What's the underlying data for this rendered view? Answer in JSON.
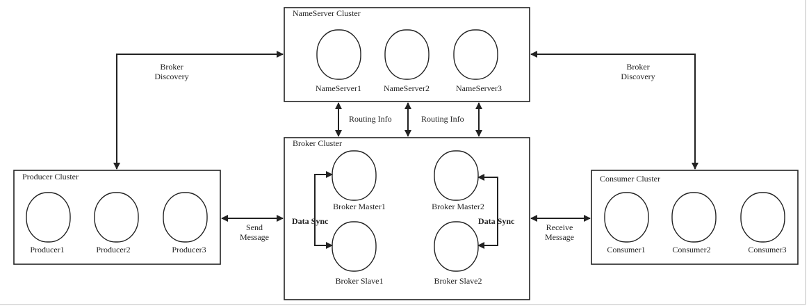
{
  "clusters": {
    "nameserver": {
      "title": "NameServer Cluster",
      "nodes": [
        "NameServer1",
        "NameServer2",
        "NameServer3"
      ]
    },
    "broker": {
      "title": "Broker Cluster",
      "nodes": [
        "Broker Master1",
        "Broker Master2",
        "Broker Slave1",
        "Broker Slave2"
      ]
    },
    "producer": {
      "title": "Producer Cluster",
      "nodes": [
        "Producer1",
        "Producer2",
        "Producer3"
      ]
    },
    "consumer": {
      "title": "Consumer Cluster",
      "nodes": [
        "Consumer1",
        "Consumer2",
        "Consumer3"
      ]
    }
  },
  "edges": {
    "broker_discovery_left": [
      "Broker",
      "Discovery"
    ],
    "broker_discovery_right": [
      "Broker",
      "Discovery"
    ],
    "routing_info_left": "Routing Info",
    "routing_info_right": "Routing Info",
    "send_message": [
      "Send",
      "Message"
    ],
    "receive_message": [
      "Receive",
      "Message"
    ],
    "data_sync_left": "Data Sync",
    "data_sync_right": "Data Sync"
  }
}
